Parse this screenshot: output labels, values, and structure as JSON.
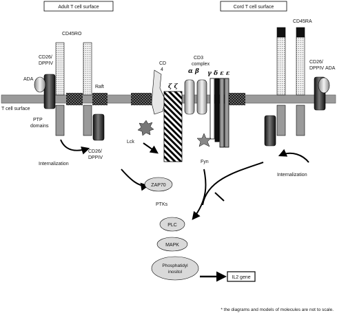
{
  "headers": {
    "adult": "Adult T cell surface",
    "cord": "Cord T cell surface"
  },
  "labels": {
    "cd45ro": "CD45RO",
    "cd45ra": "CD45RA",
    "cd26_left_line1": "CD26/",
    "cd26_left_line2": "DPPIV",
    "ada_left": "ADA",
    "raft": "Raft",
    "t_cell_surface": "T cell surface",
    "ptp_line1": "PTP",
    "ptp_line2": "domains",
    "cd26_int_line1": "CD26/",
    "cd26_int_line2": "DPPIV",
    "internalization_left": "Internalization",
    "cd4_line1": "CD",
    "cd4_line2": "4",
    "cd3_line1": "CD3",
    "cd3_line2": "complex",
    "alpha_beta": "α β",
    "zeta_zeta": "ζ ζ",
    "gamma_delta_eps": "γ δ ε ε",
    "lck": "Lck",
    "fyn": "Fyn",
    "cd26_right_line1": "CD26/",
    "cd26_right_line2": "DPPIV",
    "ada_right": "ADA",
    "internalization_right": "Internalization",
    "zap70": "ZAP70",
    "ptks": "PTKs",
    "plc": "PLC",
    "mapk": "MAPK",
    "pi_line1": "Phosphatidyl",
    "pi_line2": "inositol",
    "il2": "IL2 gene",
    "footnote": "* the diagrams and models of molecules are not to scale."
  },
  "colors": {
    "membrane": "#9a9a9a",
    "raft": "#2b2b2b",
    "ellipse_fill": "#d9d9d9",
    "outline": "#000000"
  }
}
